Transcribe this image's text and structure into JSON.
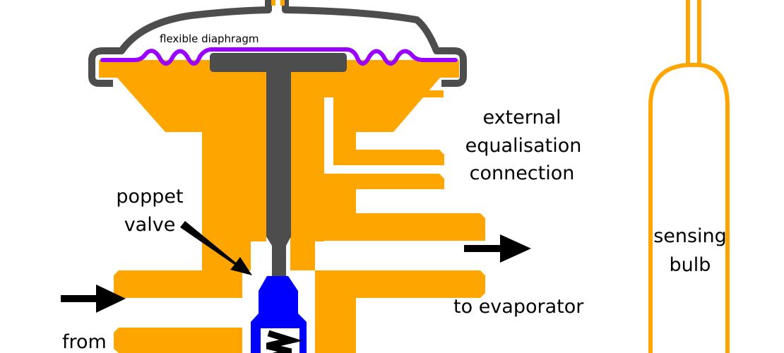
{
  "labels": {
    "diaphragm": "flexible diaphragm",
    "equalisation": [
      "external",
      "equalisation",
      "connection"
    ],
    "poppet": [
      "poppet",
      "valve"
    ],
    "outlet": "to evaporator",
    "inlet": "from",
    "bulb": [
      "sensing",
      "bulb"
    ]
  },
  "colors": {
    "body": "#ffa500",
    "stem": "#4d4d4d",
    "diaphragm": "#9900ff",
    "poppet": "#0000ff",
    "arrows": "#000000"
  }
}
